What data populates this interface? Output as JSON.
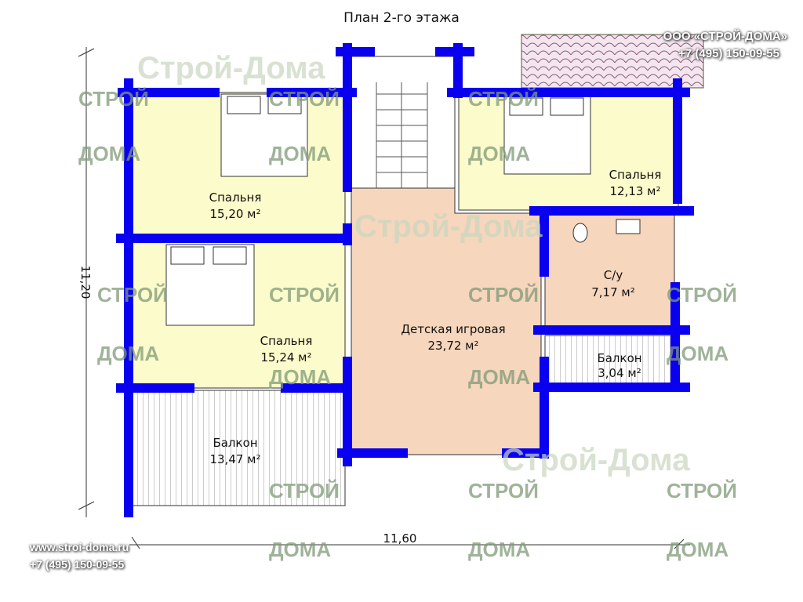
{
  "title": "План 2-го этажа",
  "company": {
    "name": "ООО «СТРОЙ-ДОМА»",
    "phone": "+7 (495) 150-09-55"
  },
  "footer": {
    "site": "www.stroi-doma.ru",
    "phone": "+7 (495) 150-09-55"
  },
  "watermark": {
    "line1": "СТРОЙ",
    "line2": "ДОМА",
    "big": "Строй-Дома"
  },
  "dimensions": {
    "height": "11,20",
    "width": "11,60"
  },
  "rooms": [
    {
      "name": "Спальня",
      "area": "15,20 м²"
    },
    {
      "name": "Спальня",
      "area": "15,24 м²"
    },
    {
      "name": "Балкон",
      "area": "13,47 м²"
    },
    {
      "name": "Детская игровая",
      "area": "23,72 м²"
    },
    {
      "name": "Спальня",
      "area": "12,13 м²"
    },
    {
      "name": "С/у",
      "area": "7,17 м²"
    },
    {
      "name": "Балкон",
      "area": "3,04 м²"
    }
  ],
  "colors": {
    "wall": "#0a00f0",
    "bedroom": "#fbfbcb",
    "play": "#f6d6bc",
    "roof": "#f2e6ee"
  }
}
